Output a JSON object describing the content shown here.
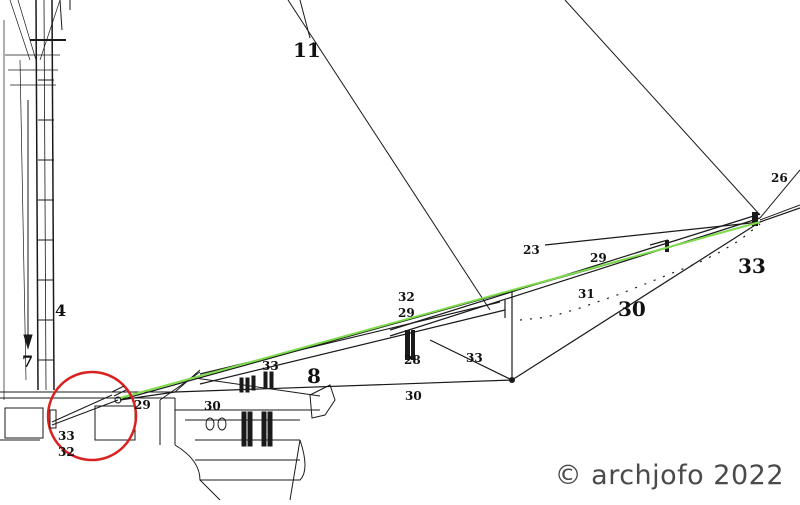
{
  "labels": {
    "l11": "11",
    "l26": "26",
    "l23": "23",
    "l29a": "29",
    "l33a": "33",
    "l31": "31",
    "l30a": "30",
    "l32a": "32",
    "l29b": "29",
    "l28": "28",
    "l33b": "33",
    "l33c": "33",
    "l8": "8",
    "l4": "4",
    "l7": "7",
    "l29c": "29",
    "l30b": "30",
    "l30c": "30",
    "l33d": "33",
    "l32b": "32"
  },
  "copyright": "© archjofo 2022",
  "colors": {
    "line": "#1a1a1a",
    "highlight": "#7ddc4a",
    "circle": "#d9211f",
    "watermark": "#4a4a4a"
  }
}
